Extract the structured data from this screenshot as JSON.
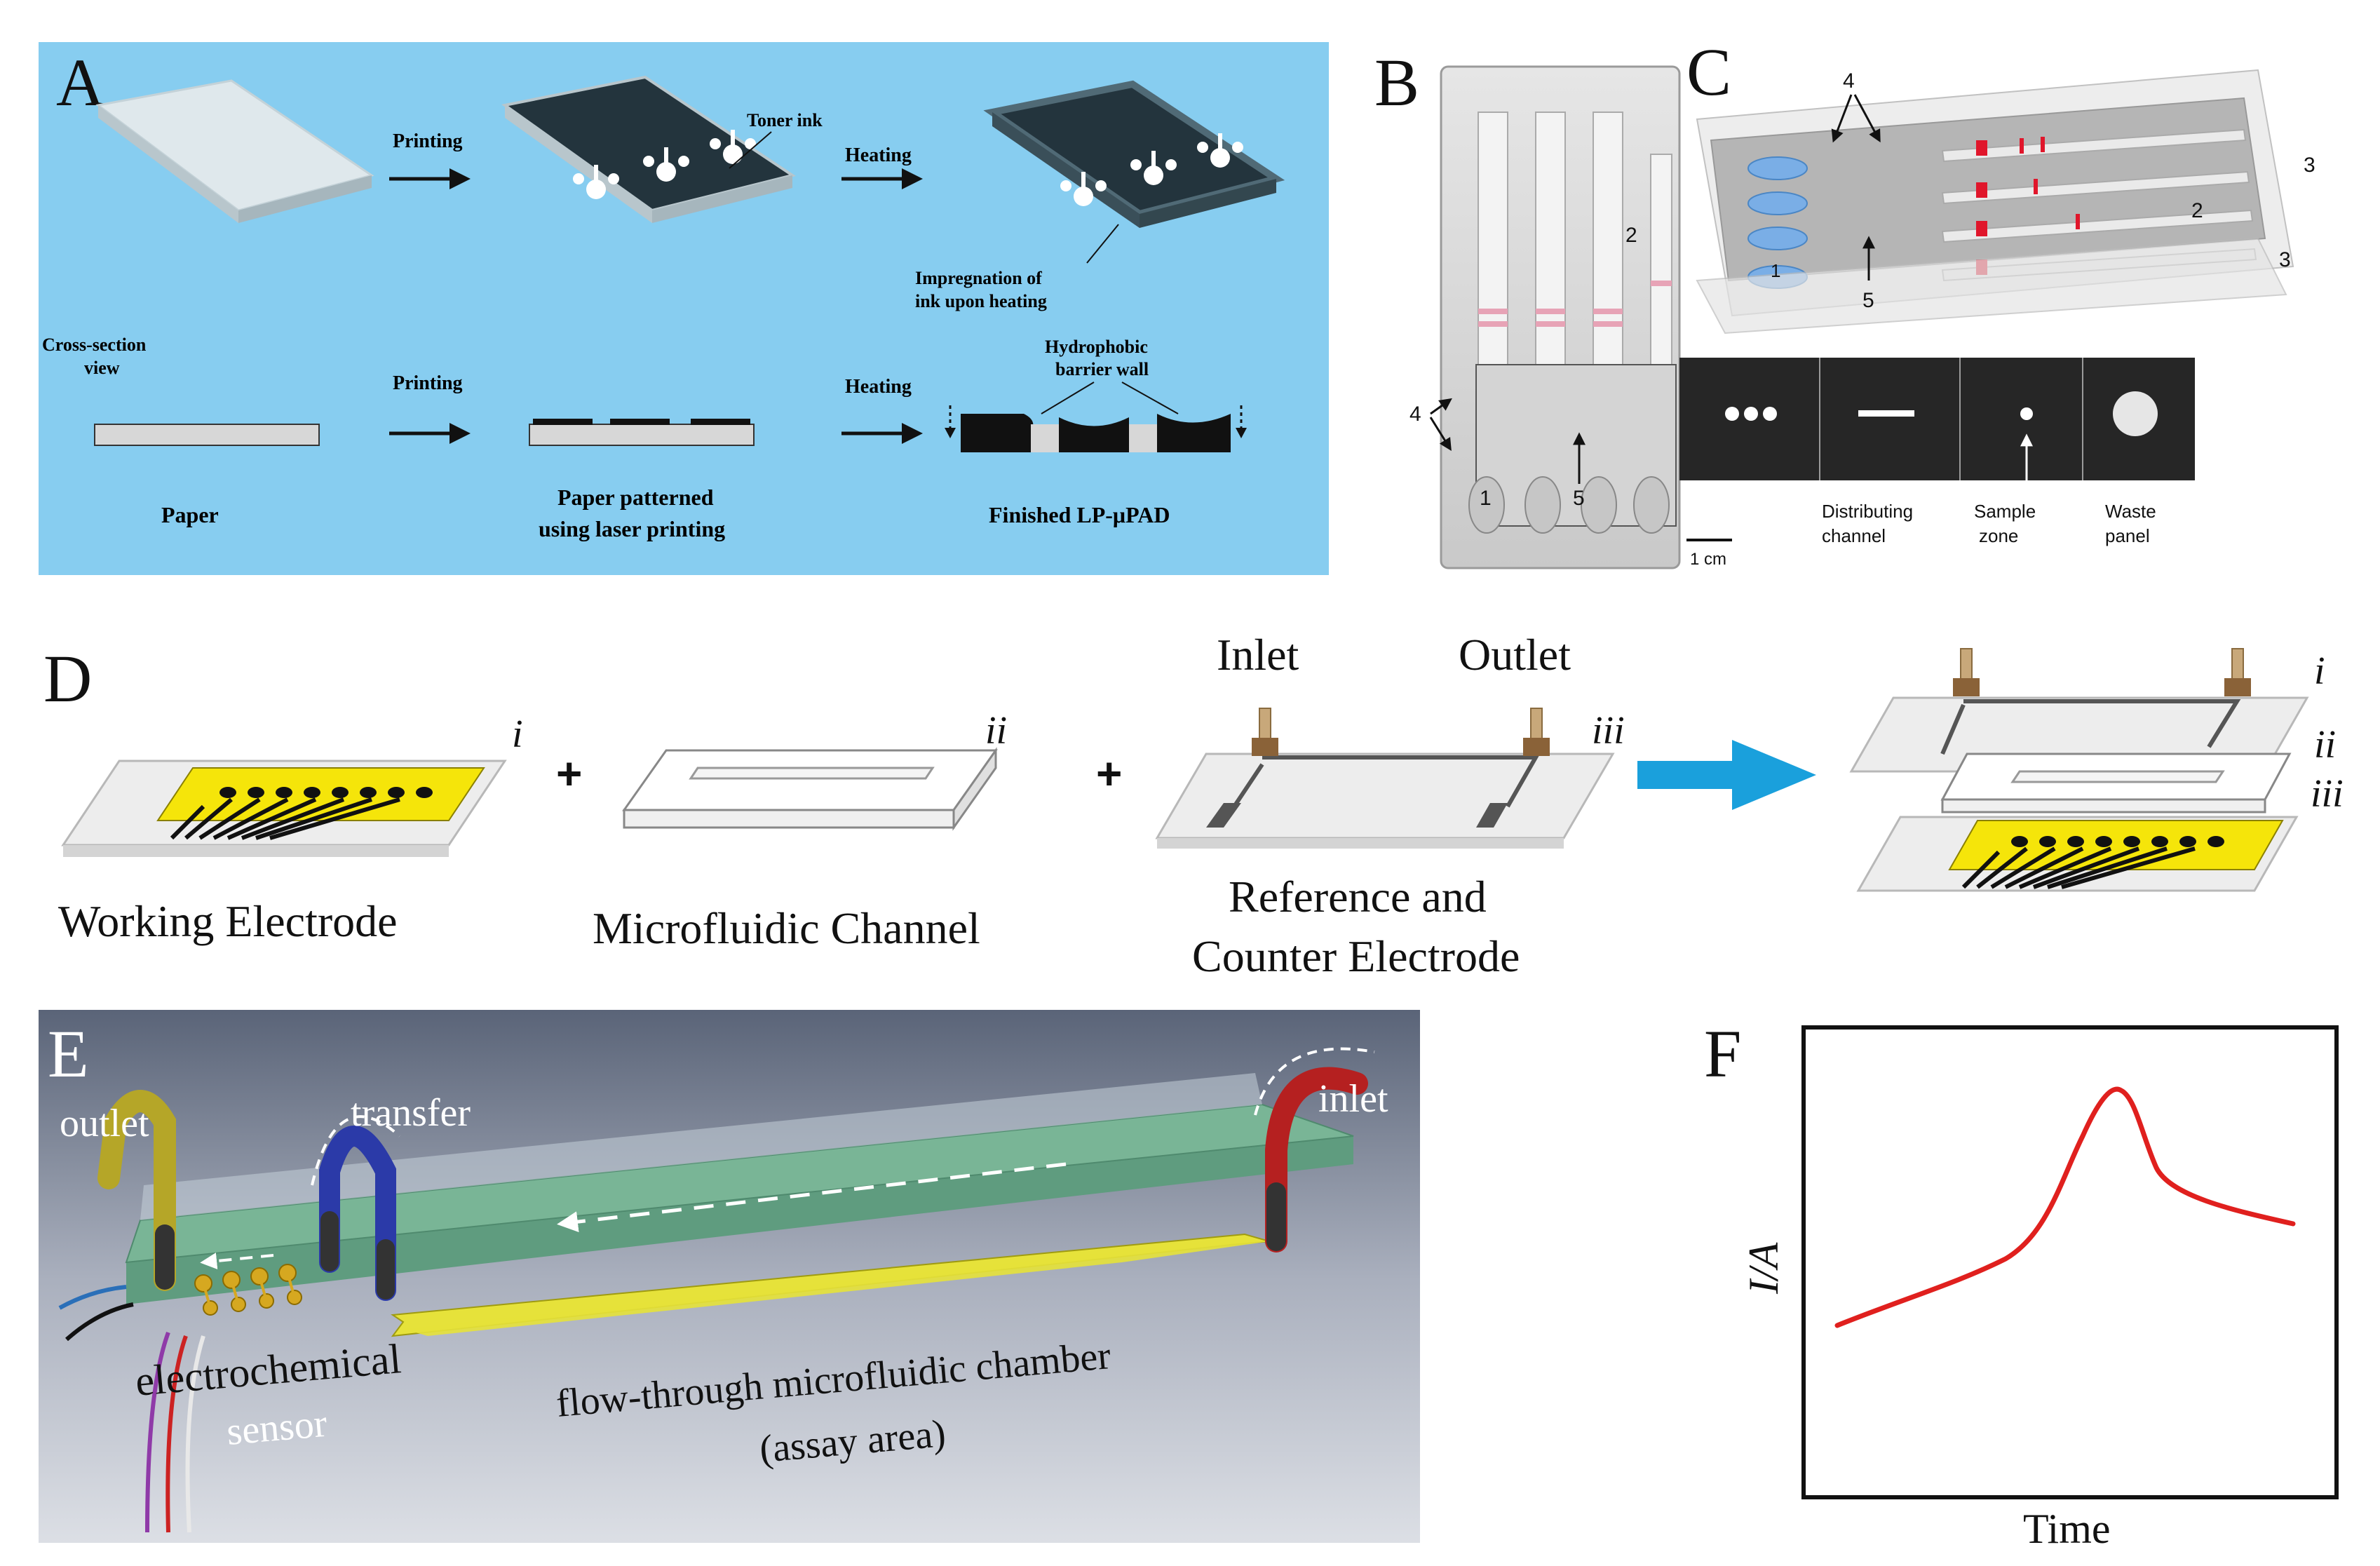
{
  "panels": {
    "A": {
      "letter": "A",
      "background": "#87cdf0",
      "step_printing_top": "Printing",
      "label_toner_ink": "Toner ink",
      "step_heating_top": "Heating",
      "label_impregnation_1": "Impregnation of",
      "label_impregnation_2": "ink upon heating",
      "label_cross_section_1": "Cross-section",
      "label_cross_section_2": "view",
      "step_printing_bottom": "Printing",
      "step_heating_bottom": "Heating",
      "label_hydrophobic_1": "Hydrophobic",
      "label_hydrophobic_2": "barrier wall",
      "caption_paper": "Paper",
      "caption_patterned_1": "Paper patterned",
      "caption_patterned_2": "using laser printing",
      "caption_finished": "Finished LP-μPAD"
    },
    "B": {
      "letter": "B",
      "marker_1": "1",
      "marker_2": "2",
      "marker_4": "4",
      "marker_5": "5",
      "scale_bar": "1 cm"
    },
    "C": {
      "letter": "C",
      "marker_1": "1",
      "marker_2": "2",
      "marker_3a": "3",
      "marker_3b": "3",
      "marker_4": "4",
      "marker_5": "5",
      "zone_distributing_1": "Distributing",
      "zone_distributing_2": "channel",
      "zone_sample_1": "Sample",
      "zone_sample_2": "zone",
      "zone_waste_1": "Waste",
      "zone_waste_2": "panel"
    },
    "D": {
      "letter": "D",
      "roman_i": "i",
      "roman_ii": "ii",
      "roman_iii": "iii",
      "plus": "+",
      "label_inlet": "Inlet",
      "label_outlet": "Outlet",
      "caption_working": "Working Electrode",
      "caption_channel": "Microfluidic Channel",
      "caption_reference_1": "Reference and",
      "caption_reference_2": "Counter Electrode",
      "electrode_color": "#f5e50a",
      "arrow_color": "#1aa0dc"
    },
    "E": {
      "letter": "E",
      "label_outlet": "outlet",
      "label_transfer": "transfer",
      "label_inlet": "inlet",
      "label_electrochemical": "electrochemical",
      "label_sensor": "sensor",
      "label_chamber_1": "flow-through microfluidic chamber",
      "label_chamber_2": "(assay area)",
      "chip_color": "#6fae8e",
      "assay_color": "#e6e23a"
    },
    "F": {
      "letter": "F",
      "ylabel": "I/A",
      "xlabel": "Time",
      "line_color": "#e0201e"
    }
  }
}
